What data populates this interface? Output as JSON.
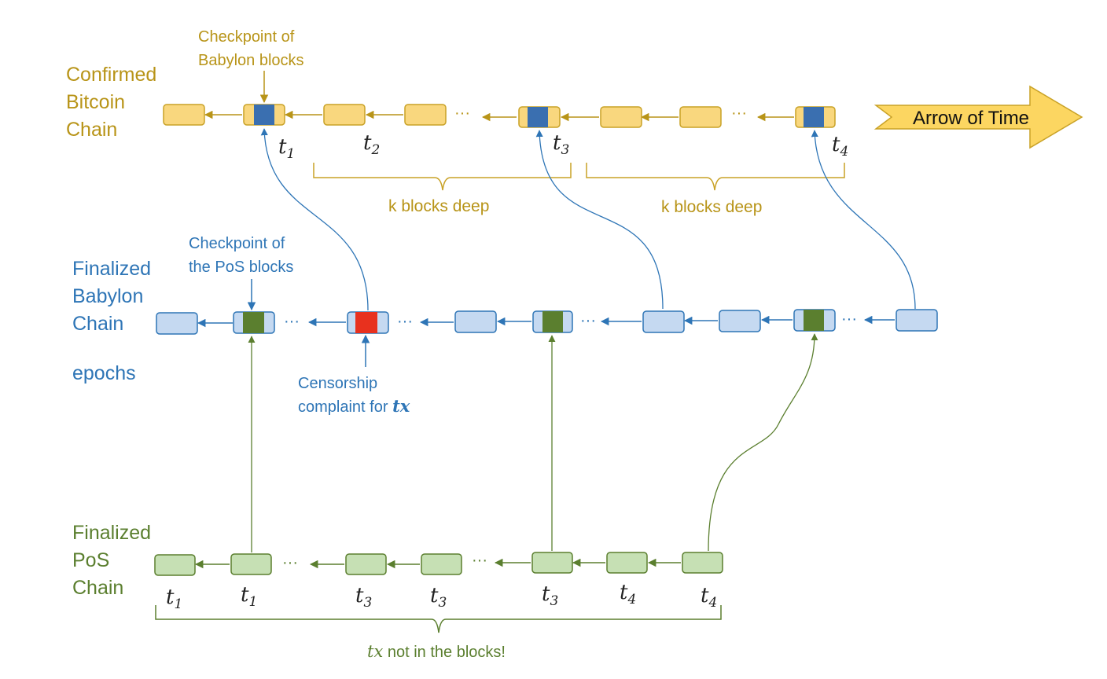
{
  "colors": {
    "btc_fill": "#F9D77E",
    "btc_stroke": "#C9A227",
    "btc_text": "#B89418",
    "bab_fill": "#C5D9F1",
    "bab_stroke": "#2E75B6",
    "bab_text": "#2E75B6",
    "pos_fill": "#C6E0B4",
    "pos_stroke": "#5B7F2F",
    "pos_text": "#5B7F2F",
    "checkpoint_blue": "#3A6FB0",
    "checkpoint_green": "#5B7F2F",
    "censorship_red": "#E8311E",
    "arrow_fill": "#FCD661"
  },
  "bitcoin": {
    "label_lines": [
      "Confirmed",
      "Bitcoin",
      "Chain"
    ],
    "checkpoint_label_lines": [
      "Checkpoint of",
      "Babylon blocks"
    ],
    "time_labels": [
      {
        "base": "t",
        "sub": "1"
      },
      {
        "base": "t",
        "sub": "2"
      },
      {
        "base": "t",
        "sub": "3"
      },
      {
        "base": "t",
        "sub": "4"
      }
    ],
    "brace_labels": [
      "k blocks deep",
      "k blocks deep"
    ],
    "ellipsis": "···"
  },
  "arrow_of_time": "Arrow of Time",
  "babylon": {
    "label_lines": [
      "Finalized",
      "Babylon",
      "Chain"
    ],
    "epochs": "epochs",
    "checkpoint_label_lines": [
      "Checkpoint of",
      "the PoS blocks"
    ],
    "censorship_line1": "Censorship",
    "censorship_line2_text": "complaint for ",
    "censorship_line2_tx": "tx",
    "ellipsis": "···"
  },
  "pos": {
    "label_lines": [
      "Finalized",
      "PoS",
      "Chain"
    ],
    "time_labels": [
      {
        "base": "t",
        "sub": "1"
      },
      {
        "base": "t",
        "sub": "1"
      },
      {
        "base": "t",
        "sub": "3"
      },
      {
        "base": "t",
        "sub": "3"
      },
      {
        "base": "t",
        "sub": "3"
      },
      {
        "base": "t",
        "sub": "4"
      },
      {
        "base": "t",
        "sub": "4"
      }
    ],
    "footer_tx": "tx",
    "footer_text": " not in the blocks!",
    "ellipsis": "···"
  }
}
